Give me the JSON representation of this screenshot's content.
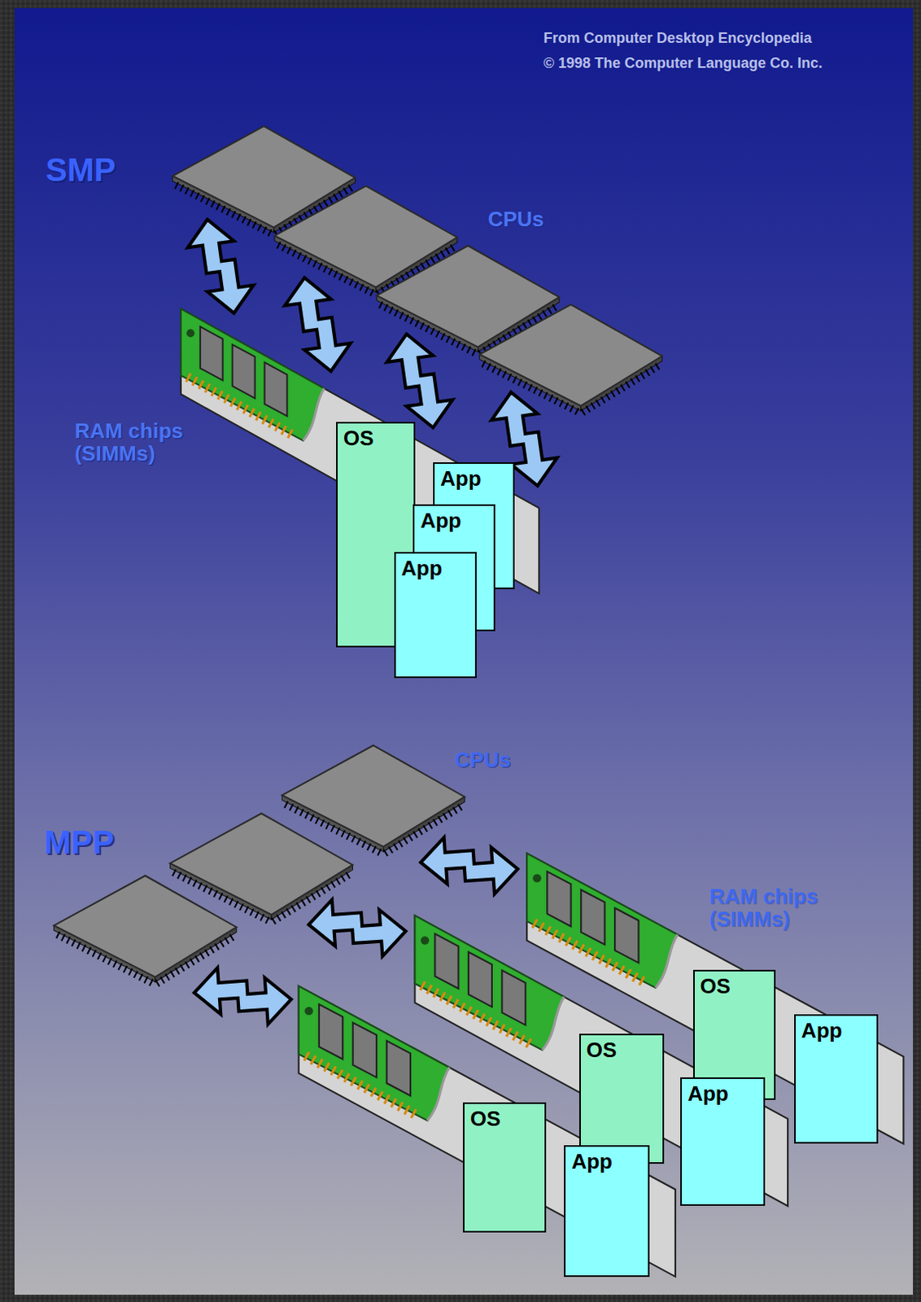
{
  "diagram": {
    "nodes": [
      {
        "text": [
          "OS"
        ]
      },
      {
        "text": [
          "App"
        ]
      },
      {
        "text": [
          "App"
        ]
      },
      {
        "text": [
          "App"
        ]
      },
      {
        "text": [
          "OS"
        ]
      },
      {
        "text": [
          "App"
        ]
      },
      {
        "text": [
          "OS"
        ]
      },
      {
        "text": [
          "App"
        ]
      },
      {
        "text": [
          "OS"
        ]
      },
      {
        "text": [
          "App"
        ]
      }
    ],
    "labels": [
      "From Computer Desktop Encyclopedia",
      "© 1998 The Computer Language Co. Inc.",
      "SMP",
      "CPUs",
      "RAM chips (SIMMs)",
      "CPUs",
      "MPP",
      "RAM chips (SIMMs)"
    ]
  }
}
